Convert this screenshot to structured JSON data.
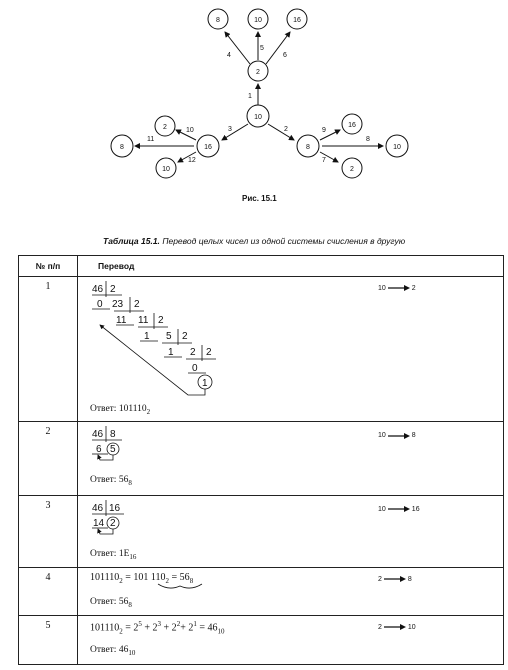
{
  "diagram": {
    "center": "10",
    "top_group": {
      "hub": "2",
      "edge_in": "1",
      "leaves": [
        {
          "label": "8",
          "edge": "4"
        },
        {
          "label": "10",
          "edge": "5"
        },
        {
          "label": "16",
          "edge": "6"
        }
      ]
    },
    "left_group": {
      "hub": "16",
      "edge_in": "3",
      "leaves": [
        {
          "label": "2",
          "edge": "10"
        },
        {
          "label": "8",
          "edge": "11"
        },
        {
          "label": "10",
          "edge": "12"
        }
      ]
    },
    "right_group": {
      "hub": "8",
      "edge_in": "2",
      "leaves": [
        {
          "label": "16",
          "edge": "9"
        },
        {
          "label": "10",
          "edge": "8"
        },
        {
          "label": "2",
          "edge": "7"
        }
      ]
    },
    "caption": "Рис. 15.1"
  },
  "table": {
    "title_bold": "Таблица 15.1.",
    "title_rest": "Перевод целых чисел из одной системы счисления в другую",
    "headers": {
      "num": "№ п/п",
      "conv": "Перевод"
    },
    "rows": [
      {
        "num": "1",
        "division": [
          "46",
          "2",
          "0",
          "23",
          "2",
          "11",
          "11",
          "2",
          "1",
          "5",
          "2",
          "1",
          "2",
          "2",
          "0",
          "1"
        ],
        "answer_prefix": "Ответ: ",
        "answer_value": "101110",
        "answer_base": "2",
        "dir_from": "10",
        "dir_to": "2"
      },
      {
        "num": "2",
        "division": [
          "46",
          "8",
          "6",
          "5"
        ],
        "answer_prefix": "Ответ: ",
        "answer_value": "56",
        "answer_base": "8",
        "dir_from": "10",
        "dir_to": "8"
      },
      {
        "num": "3",
        "division": [
          "46",
          "16",
          "14",
          "2"
        ],
        "answer_prefix": "Ответ: ",
        "answer_value": "1E",
        "answer_base": "16",
        "dir_from": "10",
        "dir_to": "16"
      },
      {
        "num": "4",
        "expr": {
          "a": "101110",
          "a_base": "2",
          "eq": " = ",
          "g1": "101",
          "g2": "110",
          "g_base": "2",
          "eq2": " = 56",
          "r_base": "8"
        },
        "answer_prefix": "Ответ: ",
        "answer_value": "56",
        "answer_base": "8",
        "dir_from": "2",
        "dir_to": "8"
      },
      {
        "num": "5",
        "expr": {
          "a": "101110",
          "a_base": "2",
          "rest": " = 2",
          "e1": "5",
          "p2": " + 2",
          "e2": "3",
          "p3": " + 2",
          "e3": "2",
          "p4": "+ 2",
          "e4": "1",
          "res": " = 46",
          "res_base": "10"
        },
        "answer_prefix": "Ответ: ",
        "answer_value": "46",
        "answer_base": "10",
        "dir_from": "2",
        "dir_to": "10"
      }
    ]
  }
}
